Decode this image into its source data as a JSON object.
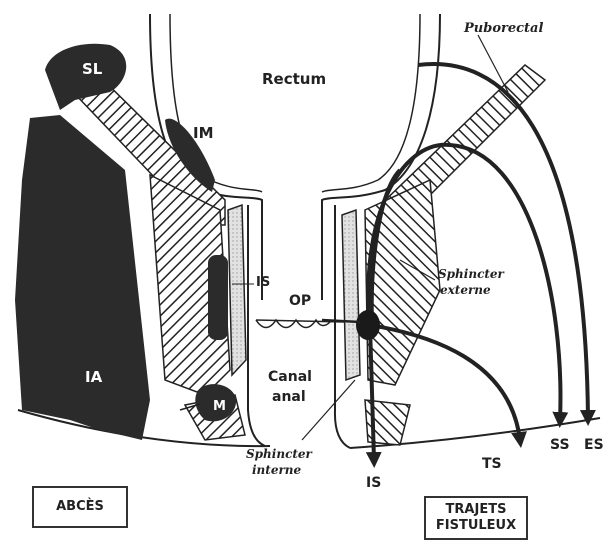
{
  "labels": {
    "puborectal": "Puborectal",
    "rectum": "Rectum",
    "sl": "SL",
    "im": "IM",
    "ia": "IA",
    "is_left": "IS",
    "m": "M",
    "op": "OP",
    "canal": "Canal",
    "anal": "anal",
    "sphincter_externe_1": "Sphincter",
    "sphincter_externe_2": "externe",
    "sphincter_interne_1": "Sphincter",
    "sphincter_interne_2": "interne",
    "is_bottom": "IS",
    "ts": "TS",
    "ss": "SS",
    "es": "ES"
  },
  "boxes": {
    "abces": "ABCÈS",
    "trajets_1": "TRAJETS",
    "trajets_2": "FISTULEUX"
  },
  "colors": {
    "ink": "#222222",
    "abscess_fill": "#2b2b2b",
    "internal_sphincter": "#d8d8d8",
    "paper": "#ffffff"
  }
}
